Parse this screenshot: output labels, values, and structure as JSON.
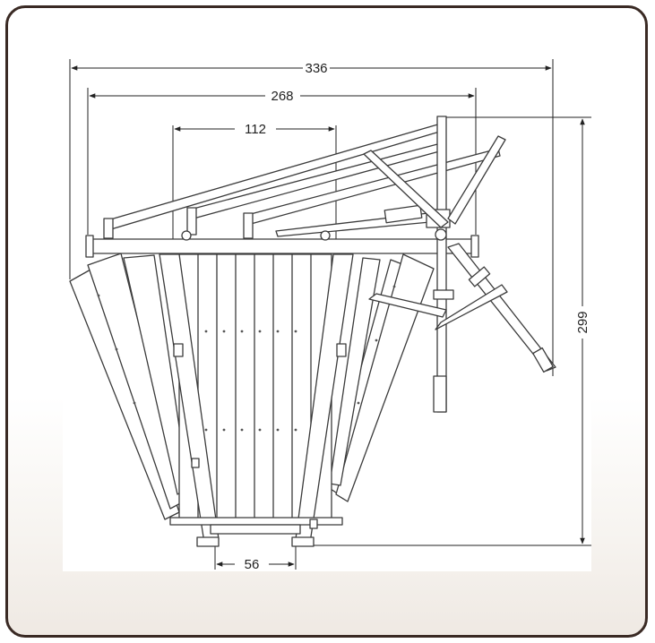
{
  "dimensions": {
    "overall_width": "336",
    "frame_width": "268",
    "center_width": "112",
    "base_width": "56",
    "height": "299"
  },
  "colors": {
    "frame_border": "#3a2a24",
    "line": "#3b3b3b",
    "paper": "#ffffff"
  }
}
